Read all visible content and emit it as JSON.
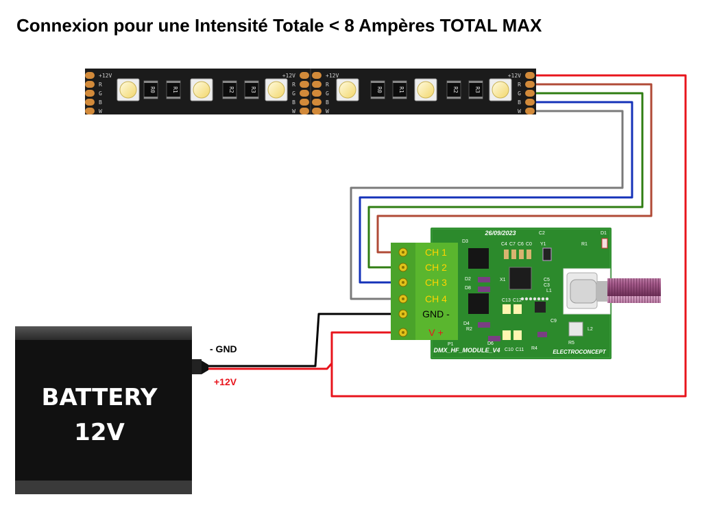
{
  "title": "Connexion pour une Intensité Totale < 8 Ampères TOTAL MAX",
  "colors": {
    "red": "#e8141c",
    "brown": "#b04a36",
    "green": "#2f7d12",
    "blue": "#1432b8",
    "grey": "#7a7a7a",
    "black": "#000000",
    "pcb": "#2c8a2c",
    "terminal": "#5ab62e",
    "label_yellow": "#ffd400"
  },
  "strip": {
    "pad_labels": [
      "+12V",
      "R",
      "G",
      "B",
      "W"
    ],
    "resistors_a": [
      "R0",
      "R1",
      "R2",
      "R3"
    ],
    "resistors_b": [
      "R0",
      "R1",
      "R2",
      "R3"
    ]
  },
  "terminal_block": {
    "labels": [
      "CH 1",
      "CH 2",
      "CH 3",
      "CH 4",
      "GND -",
      "V +"
    ]
  },
  "pcb": {
    "date": "26/09/2023",
    "name": "DMX_HF_MODULE_V4",
    "brand": "ELECTROCONCEPT",
    "components": [
      {
        "label": "D3"
      },
      {
        "label": "C4"
      },
      {
        "label": "C7"
      },
      {
        "label": "C6"
      },
      {
        "label": "C0"
      },
      {
        "label": "C2"
      },
      {
        "label": "Y1"
      },
      {
        "label": "R1"
      },
      {
        "label": "D1"
      },
      {
        "label": "D2"
      },
      {
        "label": "D8"
      },
      {
        "label": "X1"
      },
      {
        "label": "C5"
      },
      {
        "label": "C3"
      },
      {
        "label": "L1"
      },
      {
        "label": "C13"
      },
      {
        "label": "C12"
      },
      {
        "label": "C9"
      },
      {
        "label": "R5"
      },
      {
        "label": "L2"
      },
      {
        "label": "C10"
      },
      {
        "label": "C11"
      },
      {
        "label": "R4"
      },
      {
        "label": "D6"
      },
      {
        "label": "R2"
      },
      {
        "label": "D4"
      },
      {
        "label": "P1"
      }
    ]
  },
  "battery": {
    "line1": "BATTERY",
    "line2": "12V",
    "gnd_label": "- GND",
    "pos_label": "+12V"
  }
}
